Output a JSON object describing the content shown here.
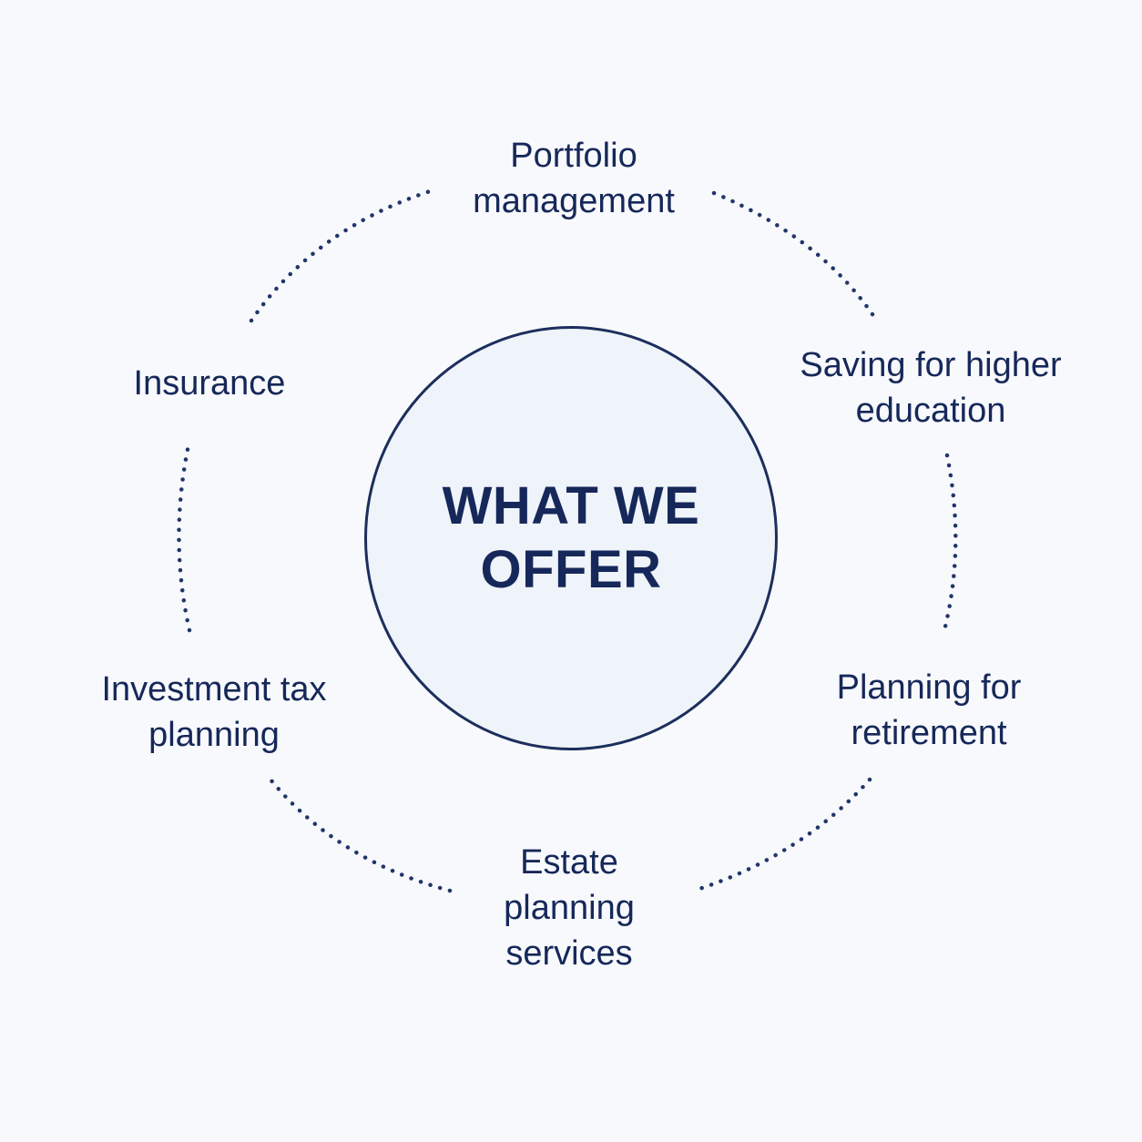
{
  "center": {
    "title_line1": "WHAT WE",
    "title_line2": "OFFER"
  },
  "services": [
    {
      "line1": "Portfolio",
      "line2": "management"
    },
    {
      "line1": "Saving for higher",
      "line2": "education"
    },
    {
      "line1": "Planning for",
      "line2": "retirement"
    },
    {
      "line1": "Estate",
      "line2": "planning",
      "line3": "services"
    },
    {
      "line1": "Investment tax",
      "line2": "planning"
    },
    {
      "line1": "Insurance"
    }
  ],
  "colors": {
    "ink": "#16285a",
    "circle_border": "#1c2e5c",
    "circle_fill": "#eff3fa",
    "background": "#f8f9fc",
    "dots": "#22356a"
  }
}
